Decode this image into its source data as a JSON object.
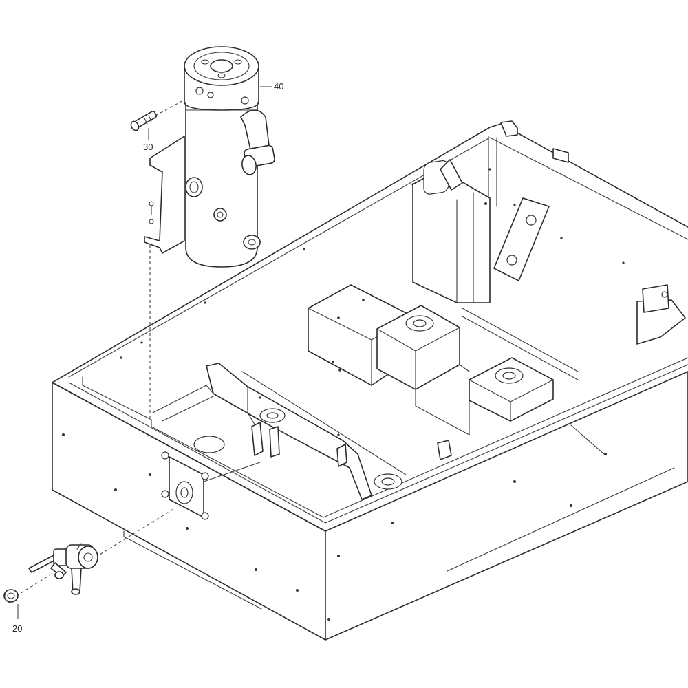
{
  "callouts": {
    "c40": "40",
    "c30": "30",
    "c20": "20"
  },
  "colors": {
    "line": "#2b2b2b",
    "background": "#ffffff"
  }
}
